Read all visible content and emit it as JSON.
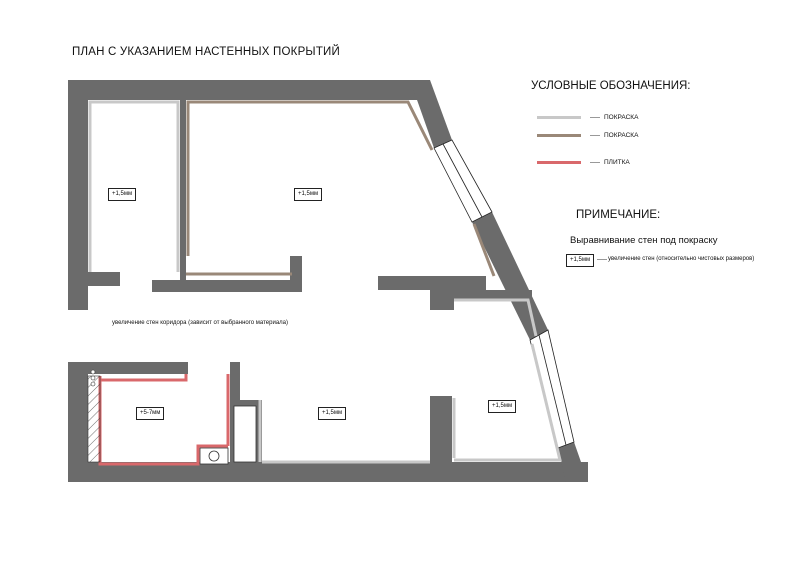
{
  "title": "ПЛАН  С УКАЗАНИЕМ НАСТЕННЫХ ПОКРЫТИЙ",
  "legend": {
    "title": "УСЛОВНЫЕ ОБОЗНАЧЕНИЯ:",
    "items": [
      {
        "label": "ПОКРАСКА",
        "color": "#c8c8c8"
      },
      {
        "label": "ПОКРАСКА",
        "color": "#9a8878"
      },
      {
        "label": "ПЛИТКА",
        "color": "#d9686b"
      }
    ]
  },
  "note": {
    "title": "ПРИМЕЧАНИЕ:",
    "subtitle": "Выравнивание стен под покраску",
    "tag": "+1,5мм",
    "description": "увеличение  стен (относительно чистовых размеров)"
  },
  "rooms": [
    {
      "label": "+1,5мм"
    },
    {
      "label": "+1,5мм"
    },
    {
      "label": "+5-7мм"
    },
    {
      "label": "+1,5мм"
    },
    {
      "label": "+1,5мм"
    }
  ],
  "corridor_note": "увеличение стен коридора (зависит от выбранного материала)",
  "colors": {
    "wall": "#6b6b6b",
    "paint_light": "#c8c8c8",
    "paint_brown": "#9a8878",
    "tile": "#d9686b"
  }
}
